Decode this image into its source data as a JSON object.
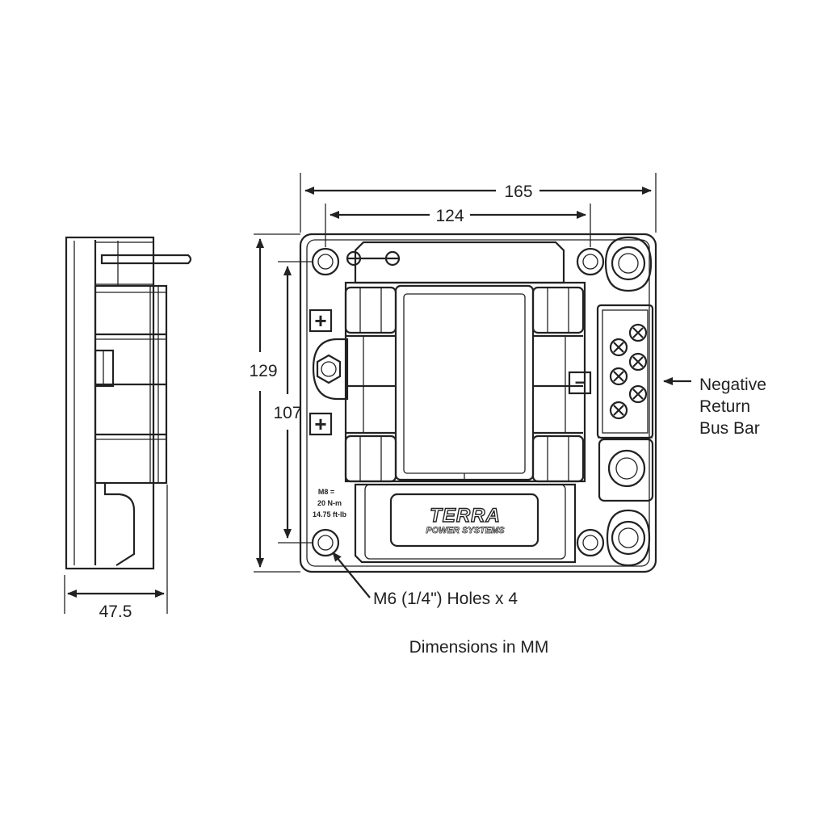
{
  "dimensions": {
    "width_overall": "165",
    "width_holes": "124",
    "height_overall": "129",
    "height_holes": "107",
    "depth": "47.5"
  },
  "callouts": {
    "bus_bar_line1": "Negative",
    "bus_bar_line2": "Return",
    "bus_bar_line3": "Bus Bar",
    "holes": "M6 (1/4\") Holes x 4"
  },
  "footer": "Dimensions in MM",
  "torque_label": {
    "line1": "M8 =",
    "line2": "20 N-m",
    "line3": "14.75 ft-lb"
  },
  "brand": {
    "name": "TERRA",
    "tagline": "POWER SYSTEMS"
  },
  "symbols": {
    "plus": "+",
    "minus": "−"
  }
}
